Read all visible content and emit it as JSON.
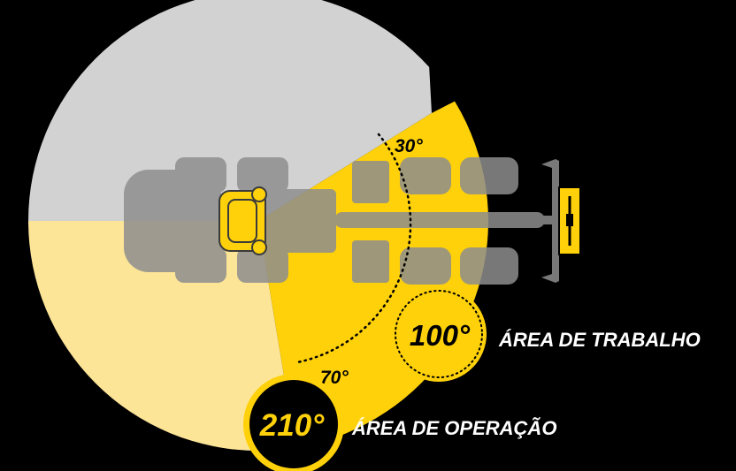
{
  "angles": {
    "small_upper": "30°",
    "small_lower": "70°",
    "work": "100°",
    "operation": "210°"
  },
  "labels": {
    "work_area": "ÁREA DE TRABALHO",
    "operation_area": "ÁREA DE OPERAÇÃO"
  },
  "colors": {
    "background": "#000000",
    "rear_sector": "#d2d2d2",
    "left_sector": "#fde598",
    "work_sector": "#ffd10a",
    "machine": "#8e8e8e",
    "seat": "#ffd10a",
    "text": "#ffffff"
  }
}
